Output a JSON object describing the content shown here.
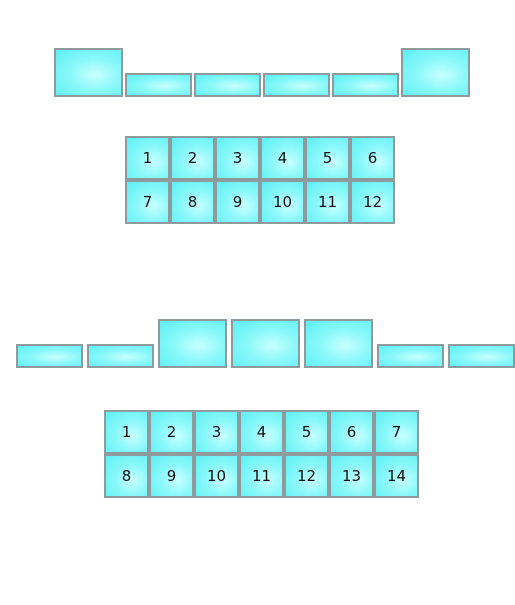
{
  "diagrams": [
    {
      "strip": [
        "tall",
        "short",
        "short",
        "short",
        "short",
        "tall"
      ],
      "grid": {
        "columns": 6,
        "cells": [
          "1",
          "2",
          "3",
          "4",
          "5",
          "6",
          "7",
          "8",
          "9",
          "10",
          "11",
          "12"
        ]
      }
    },
    {
      "strip": [
        "short",
        "short",
        "tall",
        "tall",
        "tall",
        "short",
        "short"
      ],
      "grid": {
        "columns": 7,
        "cells": [
          "1",
          "2",
          "3",
          "4",
          "5",
          "6",
          "7",
          "8",
          "9",
          "10",
          "11",
          "12",
          "13",
          "14"
        ]
      }
    }
  ]
}
